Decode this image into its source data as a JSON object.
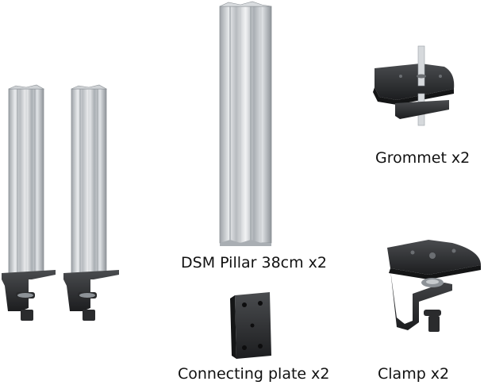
{
  "labels": {
    "pillar": "DSM Pillar 38cm x2",
    "grommet": "Grommet x2",
    "connecting_plate": "Connecting plate x2",
    "clamp": "Clamp x2"
  },
  "colors": {
    "background": "#ffffff",
    "aluminum_light": "#e6e8ea",
    "aluminum_mid": "#b9bdc1",
    "aluminum_dark": "#8d9297",
    "hardware_black": "#1c1d1f",
    "hardware_highlight": "#4a4c4f",
    "label_text": "#111111"
  },
  "icons": [
    "pillar-with-clamp-icon",
    "pillar-icon",
    "grommet-mount-icon",
    "connecting-plate-icon",
    "desk-clamp-icon"
  ]
}
